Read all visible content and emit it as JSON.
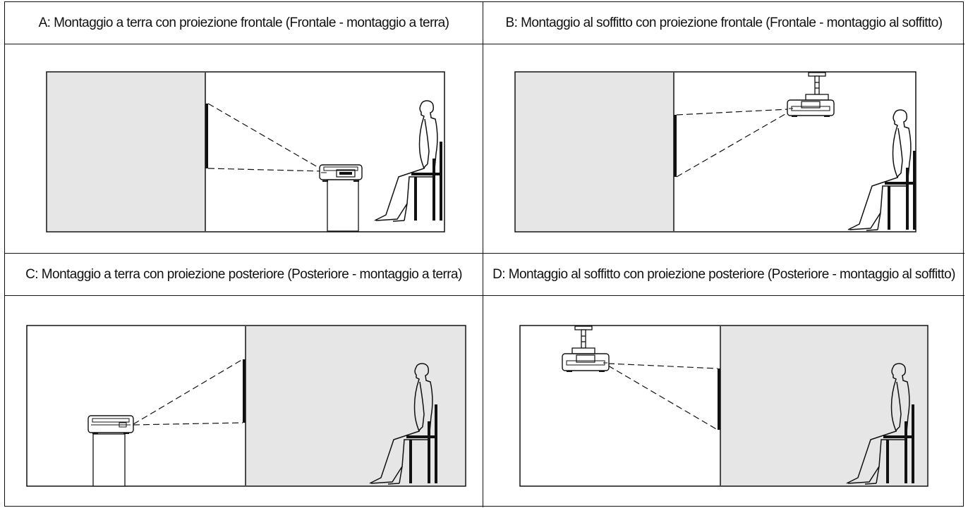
{
  "panels": [
    {
      "id": "A",
      "caption": "A: Montaggio a terra con proiezione frontale (Frontale - montaggio a terra)"
    },
    {
      "id": "B",
      "caption": "B: Montaggio al soffitto con proiezione frontale (Frontale - montaggio al soffitto)"
    },
    {
      "id": "C",
      "caption": "C: Montaggio a terra con proiezione posteriore (Posteriore - montaggio a terra)"
    },
    {
      "id": "D",
      "caption": "D: Montaggio al soffitto con proiezione posteriore (Posteriore - montaggio al soffitto)"
    }
  ],
  "colors": {
    "line": "#111111",
    "shaded_area": "#e6e6e6",
    "background": "#ffffff"
  },
  "icons": [
    "projector-icon",
    "ceiling-mount-icon",
    "seated-person-icon",
    "chair-icon",
    "table-icon",
    "screen-icon"
  ]
}
